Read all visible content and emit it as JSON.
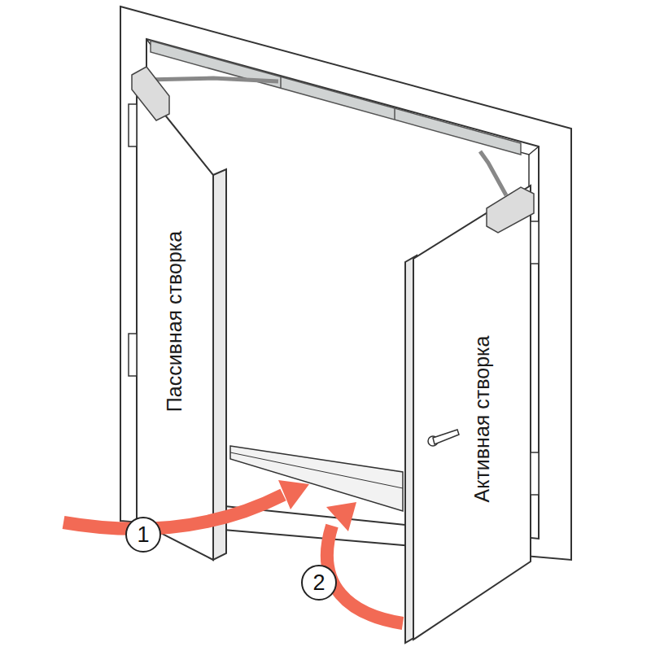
{
  "diagram": {
    "nodes": [
      {
        "text": [
          "1"
        ]
      },
      {
        "text": [
          "2"
        ]
      }
    ],
    "labels": [
      "Пассивная створка",
      "Активная створка"
    ]
  }
}
